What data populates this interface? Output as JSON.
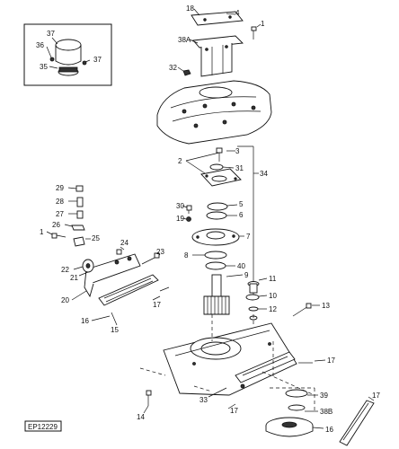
{
  "diagram": {
    "reference_code": "EP12229",
    "callouts": [
      {
        "id": "c1a",
        "text": "1"
      },
      {
        "id": "c1b",
        "text": "1"
      },
      {
        "id": "c2",
        "text": "2"
      },
      {
        "id": "c3",
        "text": "3"
      },
      {
        "id": "c4",
        "text": "4"
      },
      {
        "id": "c5",
        "text": "5"
      },
      {
        "id": "c6",
        "text": "6"
      },
      {
        "id": "c7",
        "text": "7"
      },
      {
        "id": "c8",
        "text": "8"
      },
      {
        "id": "c9",
        "text": "9"
      },
      {
        "id": "c10",
        "text": "10"
      },
      {
        "id": "c11",
        "text": "11"
      },
      {
        "id": "c12",
        "text": "12"
      },
      {
        "id": "c13",
        "text": "13"
      },
      {
        "id": "c14",
        "text": "14"
      },
      {
        "id": "c15",
        "text": "15"
      },
      {
        "id": "c16a",
        "text": "16"
      },
      {
        "id": "c16b",
        "text": "16"
      },
      {
        "id": "c17a",
        "text": "17"
      },
      {
        "id": "c17b",
        "text": "17"
      },
      {
        "id": "c17c",
        "text": "17"
      },
      {
        "id": "c17d",
        "text": "17"
      },
      {
        "id": "c18",
        "text": "18"
      },
      {
        "id": "c19",
        "text": "19"
      },
      {
        "id": "c20",
        "text": "20"
      },
      {
        "id": "c21",
        "text": "21"
      },
      {
        "id": "c22",
        "text": "22"
      },
      {
        "id": "c23",
        "text": "23"
      },
      {
        "id": "c24",
        "text": "24"
      },
      {
        "id": "c25",
        "text": "25"
      },
      {
        "id": "c26",
        "text": "26"
      },
      {
        "id": "c27",
        "text": "27"
      },
      {
        "id": "c28",
        "text": "28"
      },
      {
        "id": "c29",
        "text": "29"
      },
      {
        "id": "c30",
        "text": "30"
      },
      {
        "id": "c31",
        "text": "31"
      },
      {
        "id": "c32",
        "text": "32"
      },
      {
        "id": "c33",
        "text": "33"
      },
      {
        "id": "c34",
        "text": "34"
      },
      {
        "id": "c35",
        "text": "35"
      },
      {
        "id": "c36",
        "text": "36"
      },
      {
        "id": "c37a",
        "text": "37"
      },
      {
        "id": "c37b",
        "text": "37"
      },
      {
        "id": "c38a",
        "text": "38A"
      },
      {
        "id": "c38b",
        "text": "38B"
      },
      {
        "id": "c39",
        "text": "39"
      },
      {
        "id": "c40",
        "text": "40"
      }
    ]
  }
}
